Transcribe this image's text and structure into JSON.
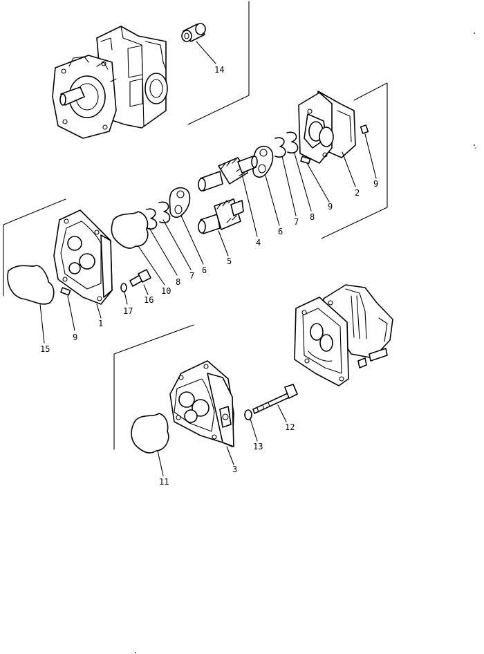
{
  "callouts": [
    {
      "id": "c14",
      "text": "14"
    },
    {
      "id": "c2",
      "text": "2"
    },
    {
      "id": "c9a",
      "text": "9"
    },
    {
      "id": "c9b",
      "text": "9"
    },
    {
      "id": "c8a",
      "text": "8"
    },
    {
      "id": "c7a",
      "text": "7"
    },
    {
      "id": "c6a",
      "text": "6"
    },
    {
      "id": "c4",
      "text": "4"
    },
    {
      "id": "c5",
      "text": "5"
    },
    {
      "id": "c6b",
      "text": "6"
    },
    {
      "id": "c7b",
      "text": "7"
    },
    {
      "id": "c8b",
      "text": "8"
    },
    {
      "id": "c10",
      "text": "10"
    },
    {
      "id": "c16",
      "text": "16"
    },
    {
      "id": "c17",
      "text": "17"
    },
    {
      "id": "c1",
      "text": "1"
    },
    {
      "id": "c9c",
      "text": "9"
    },
    {
      "id": "c15",
      "text": "15"
    },
    {
      "id": "c12",
      "text": "12"
    },
    {
      "id": "c13",
      "text": "13"
    },
    {
      "id": "c3",
      "text": "3"
    },
    {
      "id": "c11",
      "text": "11"
    }
  ]
}
